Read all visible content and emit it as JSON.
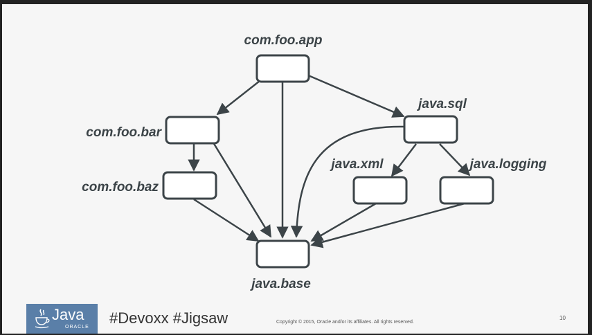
{
  "diagram": {
    "nodes": {
      "app": "com.foo.app",
      "bar": "com.foo.bar",
      "baz": "com.foo.baz",
      "sql": "java.sql",
      "xml": "java.xml",
      "logging": "java.logging",
      "base": "java.base"
    },
    "edges": [
      [
        "com.foo.app",
        "com.foo.bar"
      ],
      [
        "com.foo.app",
        "java.base"
      ],
      [
        "com.foo.app",
        "java.sql"
      ],
      [
        "com.foo.bar",
        "com.foo.baz"
      ],
      [
        "com.foo.bar",
        "java.base"
      ],
      [
        "com.foo.baz",
        "java.base"
      ],
      [
        "java.sql",
        "java.base"
      ],
      [
        "java.sql",
        "java.xml"
      ],
      [
        "java.sql",
        "java.logging"
      ],
      [
        "java.xml",
        "java.base"
      ],
      [
        "java.logging",
        "java.base"
      ]
    ]
  },
  "footer": {
    "logo_text": "Java",
    "logo_sub": "ORACLE",
    "hashtags": "#Devoxx #Jigsaw",
    "copyright": "Copyright © 2015, Oracle and/or its affiliates. All rights reserved.",
    "page_number": "10"
  },
  "colors": {
    "node_stroke": "#3c4448",
    "node_fill": "#ffffff",
    "logo_background": "#5a7fa8",
    "slide_background": "#f6f6f6"
  }
}
